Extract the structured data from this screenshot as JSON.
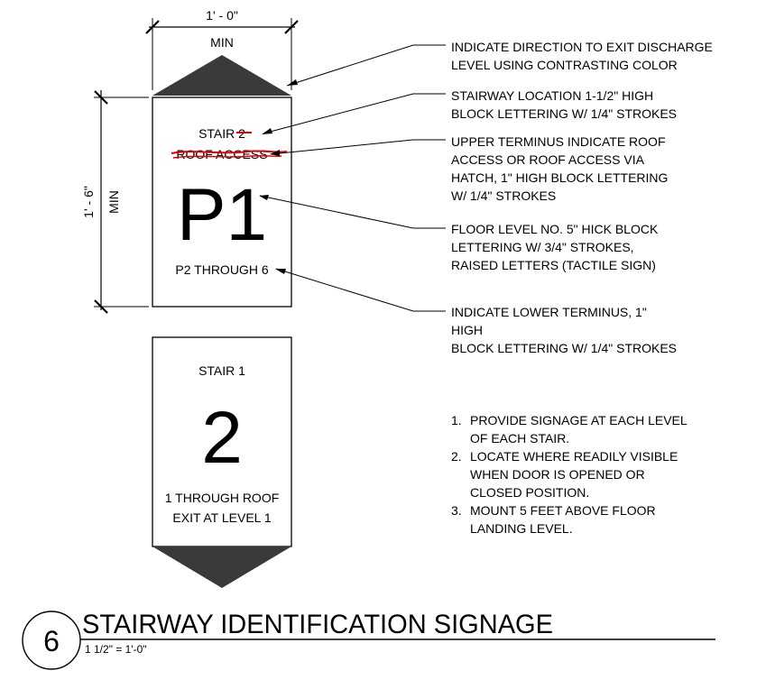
{
  "dimensions": {
    "width_label": "1' - 0\"",
    "width_min": "MIN",
    "height_label": "1' - 6\"",
    "height_min": "MIN"
  },
  "sign_upper": {
    "stair_label": "STAIR 2",
    "roof_label": "ROOF ACCESS",
    "floor_number": "P1",
    "terminus_label": "P2 THROUGH 6"
  },
  "sign_lower": {
    "stair_label": "STAIR 1",
    "floor_number": "2",
    "range_label": "1 THROUGH ROOF",
    "exit_label": "EXIT AT LEVEL 1"
  },
  "callouts": [
    {
      "lines": [
        "INDICATE DIRECTION TO EXIT DISCHARGE",
        "LEVEL USING CONTRASTING COLOR"
      ]
    },
    {
      "lines": [
        "STAIRWAY LOCATION 1-1/2\" HIGH",
        "BLOCK LETTERING W/ 1/4\" STROKES"
      ]
    },
    {
      "lines": [
        "UPPER TERMINUS INDICATE ROOF",
        "ACCESS OR ROOF ACCESS VIA",
        "HATCH, 1\" HIGH BLOCK LETTERING",
        "W/ 1/4\" STROKES"
      ]
    },
    {
      "lines": [
        "FLOOR LEVEL NO. 5\" HICK BLOCK",
        "LETTERING W/ 3/4\" STROKES,",
        "RAISED LETTERS (TACTILE SIGN)"
      ]
    },
    {
      "lines": [
        "INDICATE LOWER TERMINUS, 1\"",
        "HIGH",
        "BLOCK LETTERING W/ 1/4\" STROKES"
      ]
    }
  ],
  "notes": [
    {
      "num": "1.",
      "lines": [
        "PROVIDE SIGNAGE AT EACH LEVEL",
        "OF EACH STAIR."
      ]
    },
    {
      "num": "2.",
      "lines": [
        "LOCATE WHERE READILY VISIBLE",
        "WHEN DOOR IS OPENED OR",
        "CLOSED POSITION."
      ]
    },
    {
      "num": "3.",
      "lines": [
        "MOUNT 5 FEET ABOVE FLOOR",
        "LANDING LEVEL."
      ]
    }
  ],
  "title_block": {
    "detail_number": "6",
    "title": "STAIRWAY IDENTIFICATION SIGNAGE",
    "scale": "1 1/2\" = 1'-0\""
  },
  "colors": {
    "ink": "#000000",
    "arrow_fill": "#3a3a3a",
    "markup_red": "#e00000"
  }
}
